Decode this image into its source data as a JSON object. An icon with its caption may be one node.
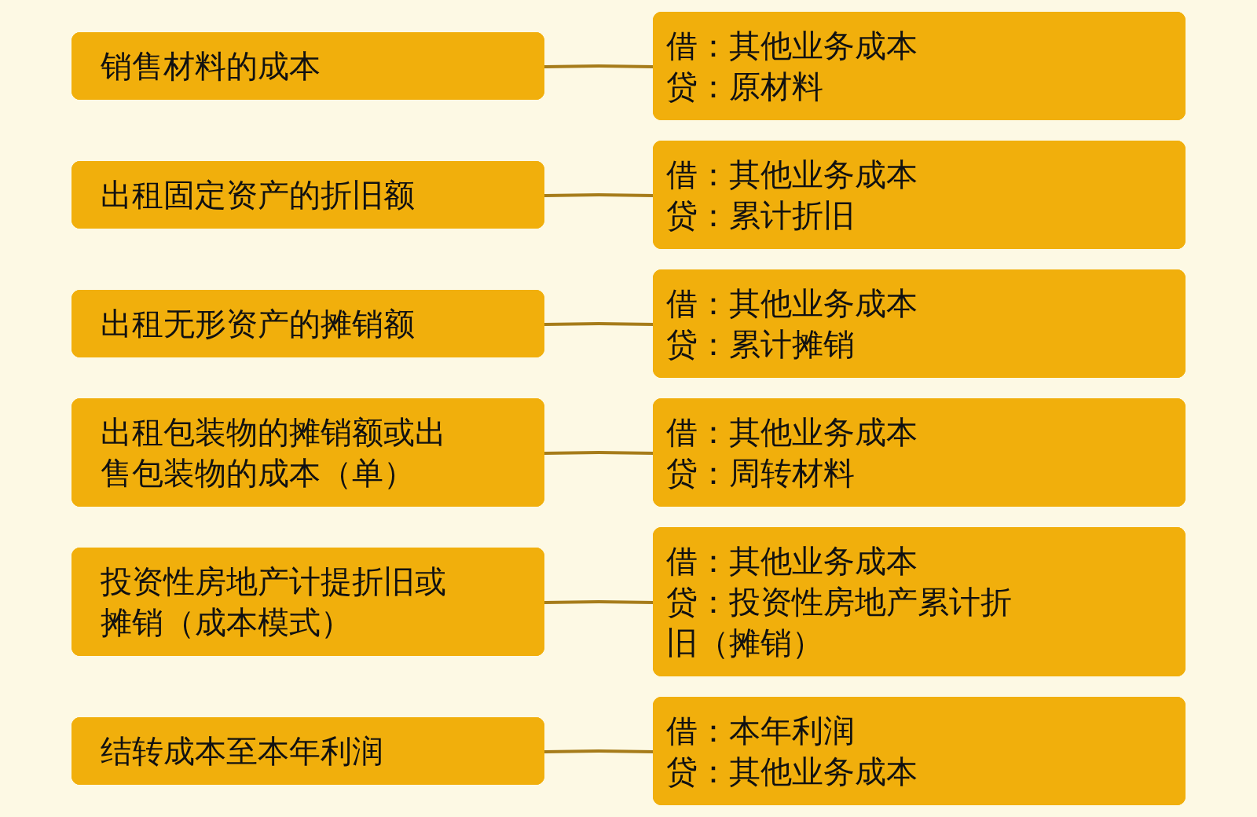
{
  "diagram": {
    "nodes": [
      {
        "text": [
          "销售材料的成本"
        ]
      },
      {
        "text": [
          "借：其他业务成本",
          "贷：原材料"
        ]
      },
      {
        "text": [
          "出租固定资产的折旧额"
        ]
      },
      {
        "text": [
          "借：其他业务成本",
          "贷：累计折旧"
        ]
      },
      {
        "text": [
          "出租无形资产的摊销额"
        ]
      },
      {
        "text": [
          "借：其他业务成本",
          "贷：累计摊销"
        ]
      },
      {
        "text": [
          "出租包装物的摊销额或出售包装物的成本（单）"
        ]
      },
      {
        "text": [
          "借：其他业务成本",
          "贷：周转材料"
        ]
      },
      {
        "text": [
          "投资性房地产计提折旧或摊销（成本模式）"
        ]
      },
      {
        "text": [
          "借：其他业务成本",
          "贷：投资性房地产累计折旧（摊销）"
        ]
      },
      {
        "text": [
          "结转成本至本年利润"
        ]
      },
      {
        "text": [
          "借：本年利润",
          "贷：其他业务成本"
        ]
      }
    ],
    "edges": [
      {
        "from": 0,
        "to": 1,
        "arrow": "none"
      },
      {
        "from": 2,
        "to": 3,
        "arrow": "none"
      },
      {
        "from": 4,
        "to": 5,
        "arrow": "none"
      },
      {
        "from": 6,
        "to": 7,
        "arrow": "none"
      },
      {
        "from": 8,
        "to": 9,
        "arrow": "none"
      },
      {
        "from": 10,
        "to": 11,
        "arrow": "none"
      }
    ]
  }
}
